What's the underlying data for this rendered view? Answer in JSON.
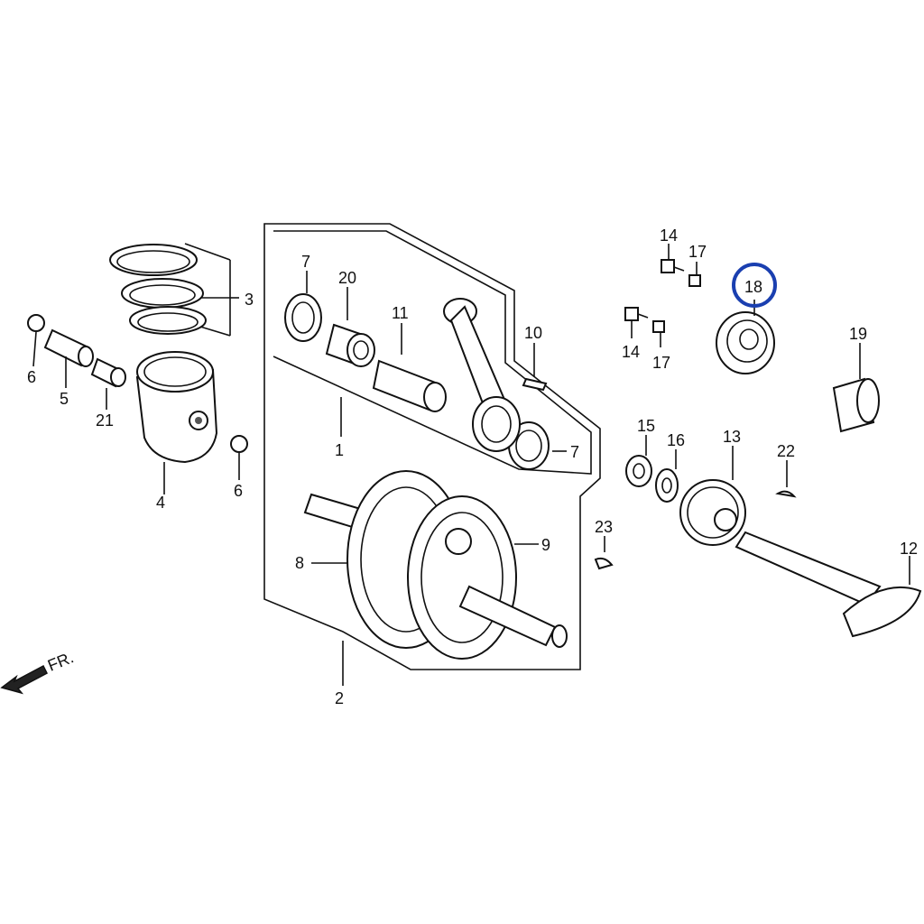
{
  "parts": {
    "p1": "1",
    "p2": "2",
    "p3": "3",
    "p4": "4",
    "p5": "5",
    "p6a": "6",
    "p6b": "6",
    "p7a": "7",
    "p7b": "7",
    "p8": "8",
    "p9": "9",
    "p10": "10",
    "p11": "11",
    "p12": "12",
    "p13": "13",
    "p14a": "14",
    "p14b": "14",
    "p15": "15",
    "p16": "16",
    "p17a": "17",
    "p17b": "17",
    "p18": "18",
    "p19": "19",
    "p20": "20",
    "p21": "21",
    "p22": "22",
    "p23": "23"
  },
  "front_indicator": "FR.",
  "highlighted_part": "18",
  "colors": {
    "highlight": "#1a3fb0",
    "line": "#111111"
  }
}
